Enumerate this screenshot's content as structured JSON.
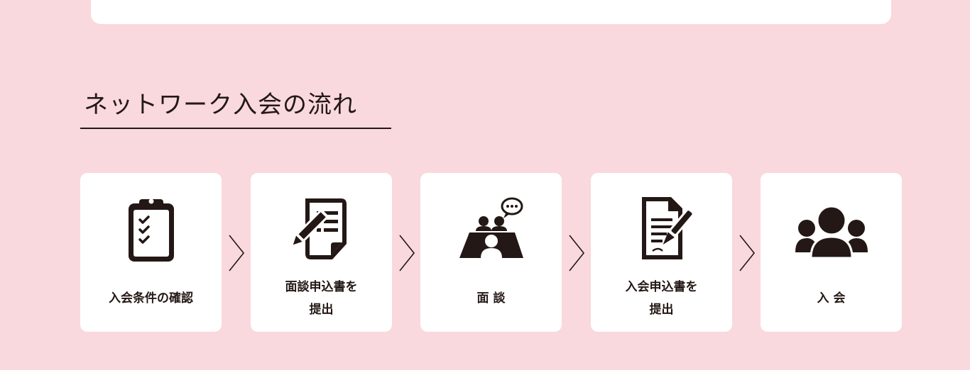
{
  "section": {
    "title": "ネットワーク入会の流れ"
  },
  "steps": [
    {
      "icon": "clipboard-checklist-icon",
      "lines": [
        "入会条件の確認"
      ]
    },
    {
      "icon": "application-form-pencil-icon",
      "lines": [
        "面談申込書を",
        "提出"
      ]
    },
    {
      "icon": "interview-meeting-icon",
      "lines": [
        "面 談"
      ]
    },
    {
      "icon": "document-signing-pen-icon",
      "lines": [
        "入会申込書を",
        "提出"
      ]
    },
    {
      "icon": "members-group-icon",
      "lines": [
        "入 会"
      ]
    }
  ],
  "colors": {
    "background": "#f9d9dd",
    "card": "#ffffff",
    "ink": "#231815"
  }
}
